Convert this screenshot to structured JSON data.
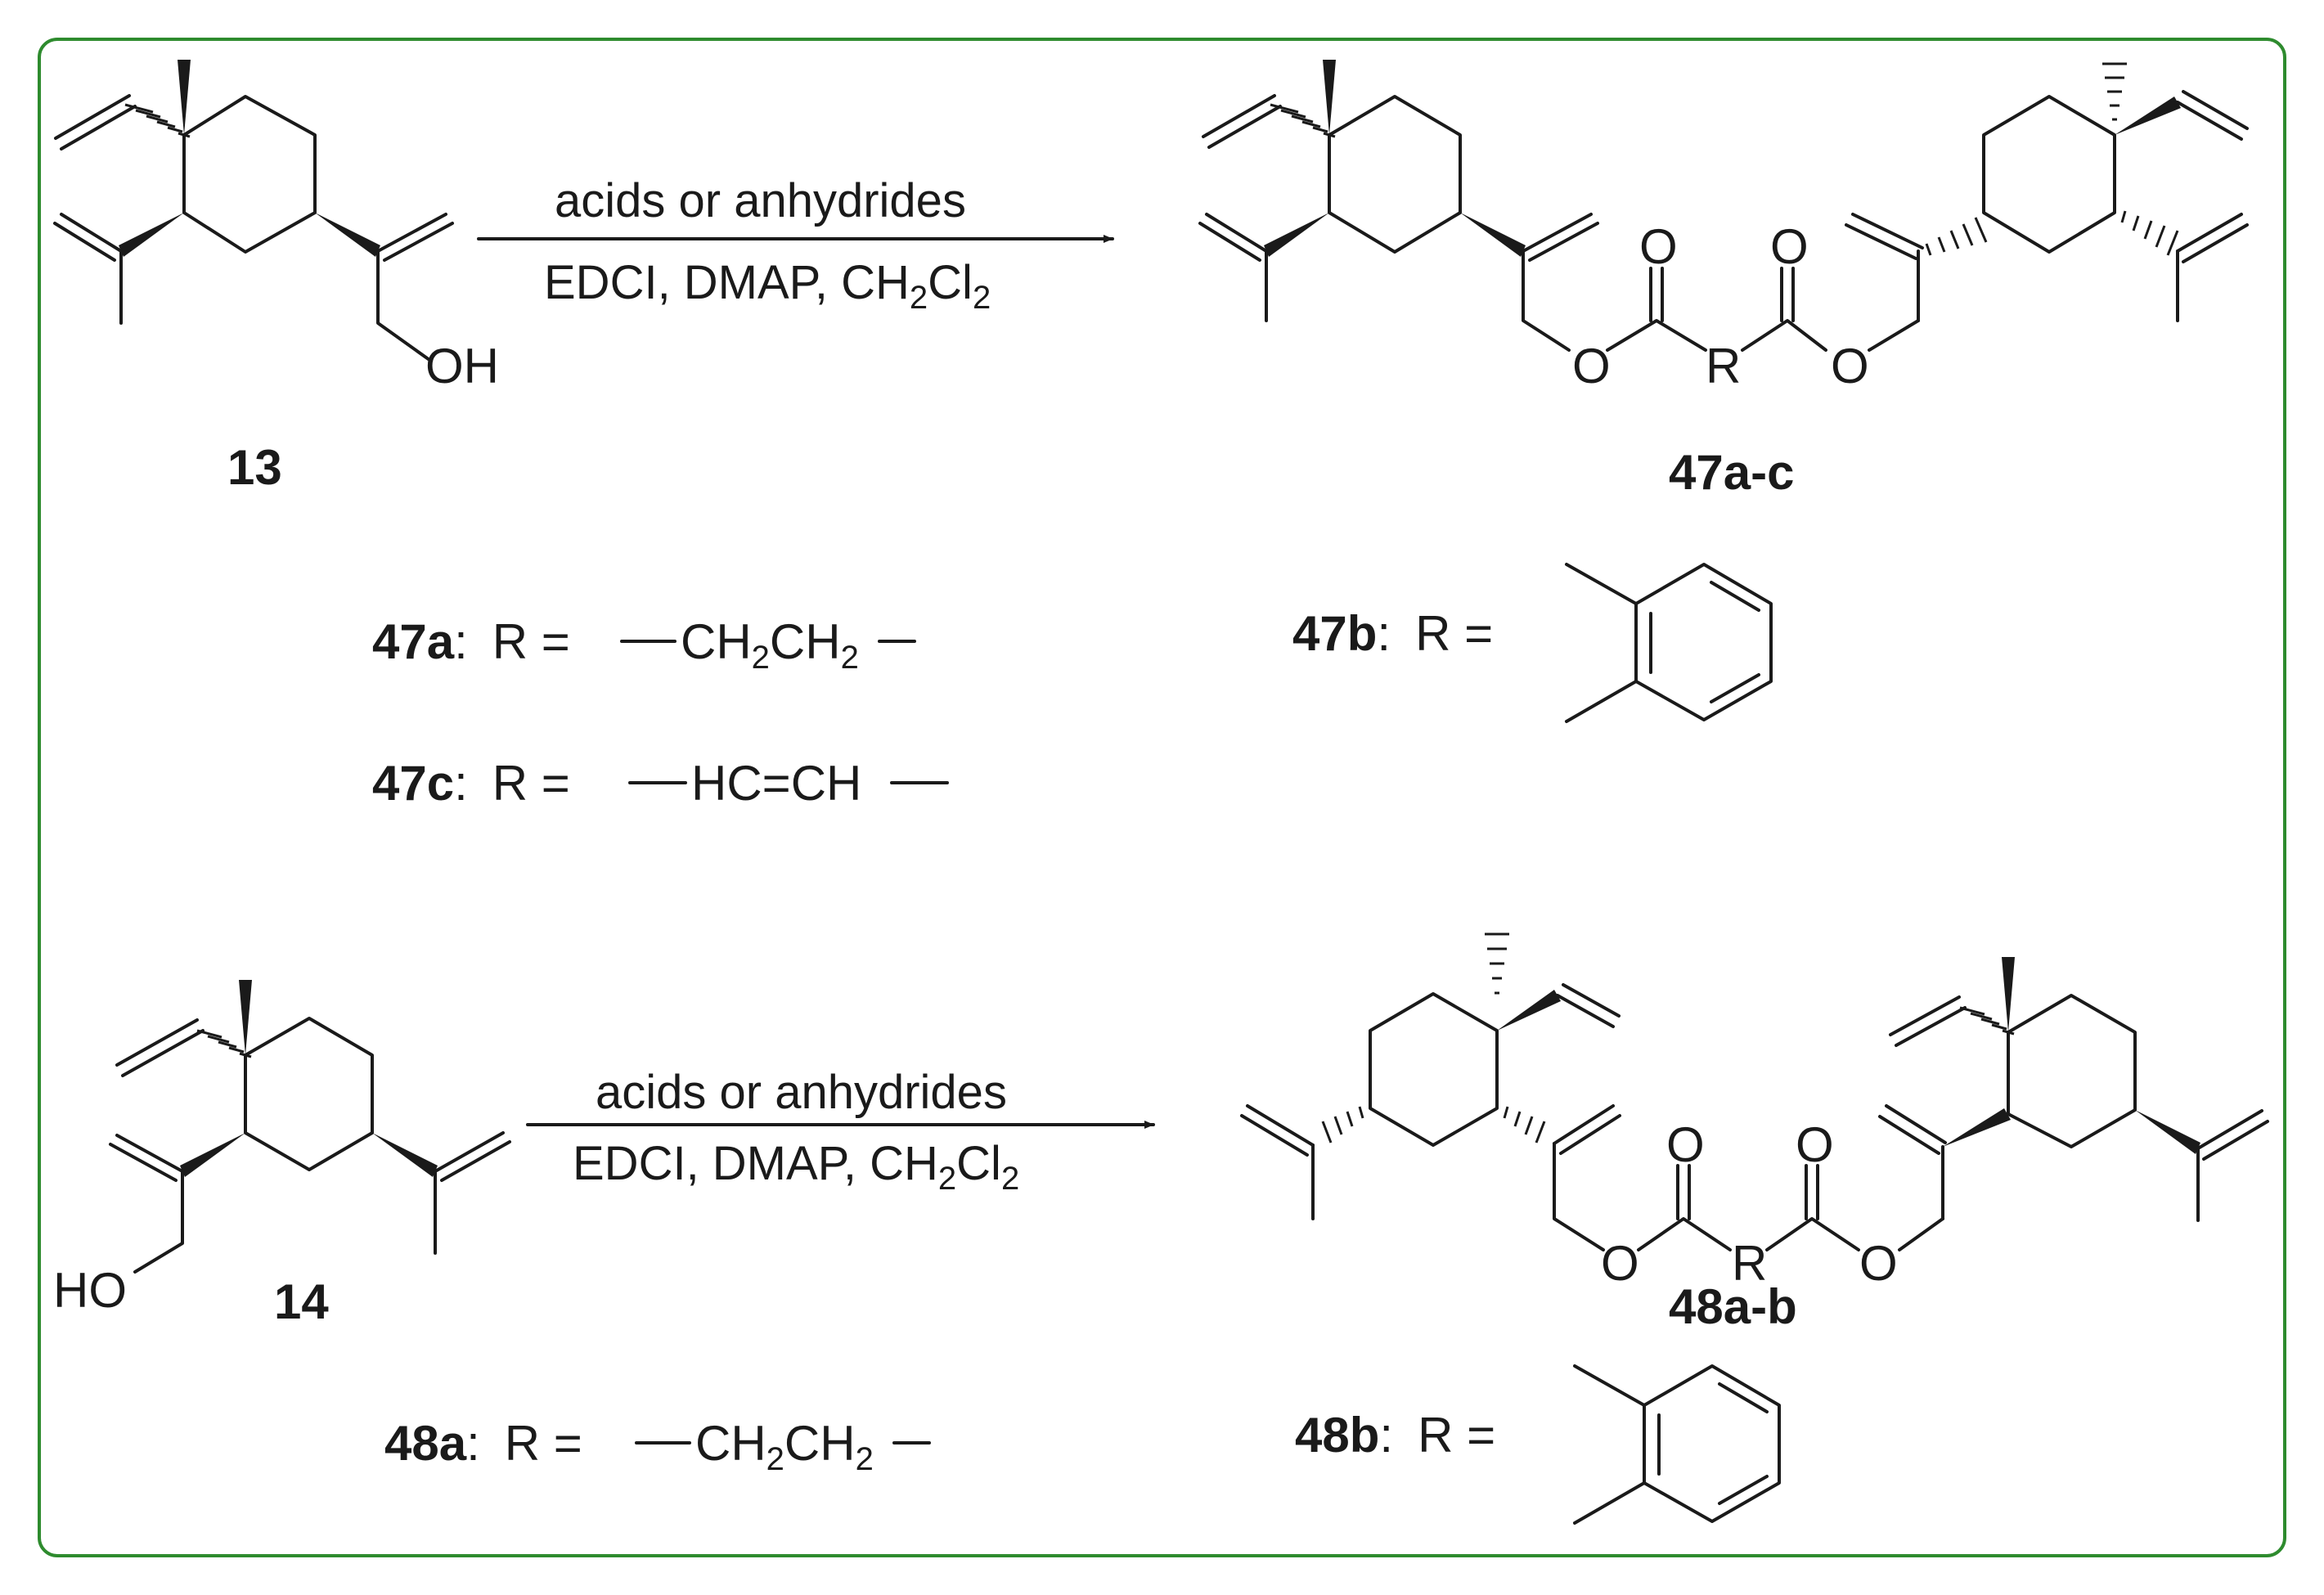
{
  "compounds": {
    "c13": "13",
    "c14": "14",
    "c47": "47a-c",
    "c48": "48a-b"
  },
  "reaction1": {
    "reagents": "acids or anhydrides",
    "conditions_main": "EDCI, DMAP, CH",
    "sub1": "2",
    "cl": "Cl",
    "sub2": "2"
  },
  "reaction2": {
    "reagents": "acids or anhydrides",
    "conditions_main": "EDCI, DMAP, CH",
    "sub1": "2",
    "cl": "Cl",
    "sub2": "2"
  },
  "atoms": {
    "oh": "OH",
    "ho": "HO",
    "o": "O",
    "r": "R"
  },
  "r_groups": {
    "g47a": {
      "id": "47a",
      "colon": ":",
      "eq": "R =",
      "p1": "CH",
      "s1": "2",
      "p2": "CH",
      "s2": "2"
    },
    "g47b": {
      "id": "47b",
      "colon": ":",
      "eq": "R ="
    },
    "g47c": {
      "id": "47c",
      "colon": ":",
      "eq": "R =",
      "formula": "HC=CH"
    },
    "g48a": {
      "id": "48a",
      "colon": ":",
      "eq": "R =",
      "p1": "CH",
      "s1": "2",
      "p2": "CH",
      "s2": "2"
    },
    "g48b": {
      "id": "48b",
      "colon": ":",
      "eq": "R ="
    }
  },
  "colors": {
    "frame": "#2e8b2e",
    "ink": "#1a1a1a"
  }
}
